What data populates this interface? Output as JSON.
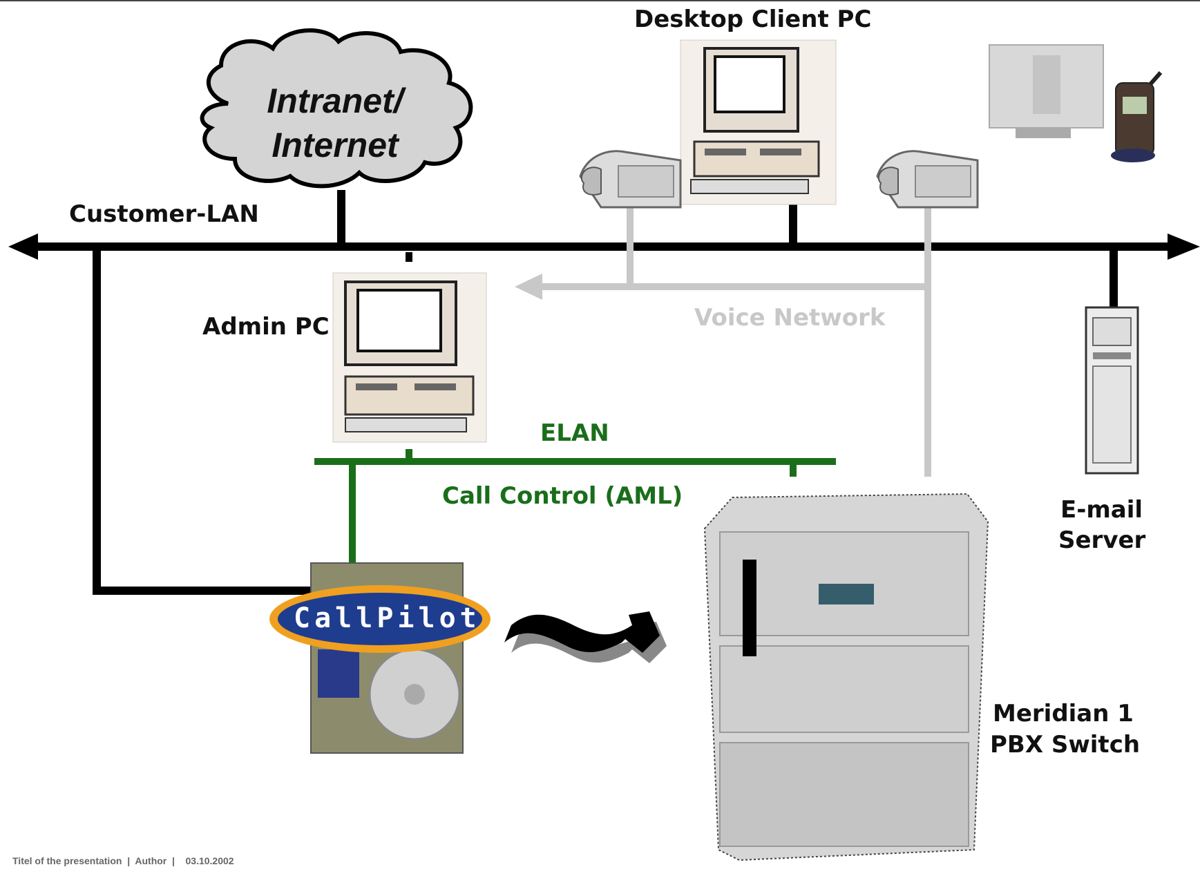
{
  "labels": {
    "desktop_client_pc": "Desktop Client PC",
    "cloud_line1": "Intranet/",
    "cloud_line2": "Internet",
    "customer_lan": "Customer-LAN",
    "admin_pc": "Admin PC",
    "voice_network": "Voice Network",
    "elan": "ELAN",
    "call_control": "Call Control (AML)",
    "email_server_line1": "E-mail",
    "email_server_line2": "Server",
    "meridian_line1": "Meridian 1",
    "meridian_line2": "PBX Switch",
    "callpilot": "CallPilot"
  },
  "footer": {
    "text": "Titel of the presentation  |  Author  |    03.10.2002"
  },
  "colors": {
    "lan": "#000000",
    "elan": "#1a6e1a",
    "voice": "#c8c8c8",
    "callpilot_fill": "#1f3d8f",
    "callpilot_ring": "#f0a020",
    "cloud_fill": "#d4d4d4"
  }
}
